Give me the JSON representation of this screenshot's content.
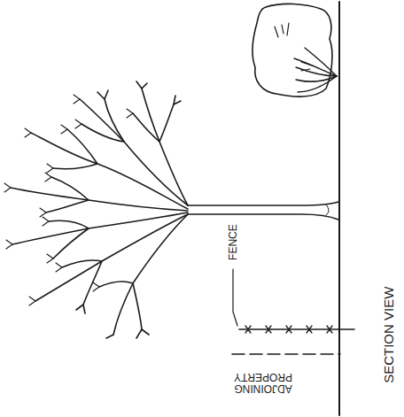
{
  "diagram": {
    "labels": [
      "FENCE",
      "ADJOINING PROPERTY",
      "SECTION VIEW"
    ]
  }
}
